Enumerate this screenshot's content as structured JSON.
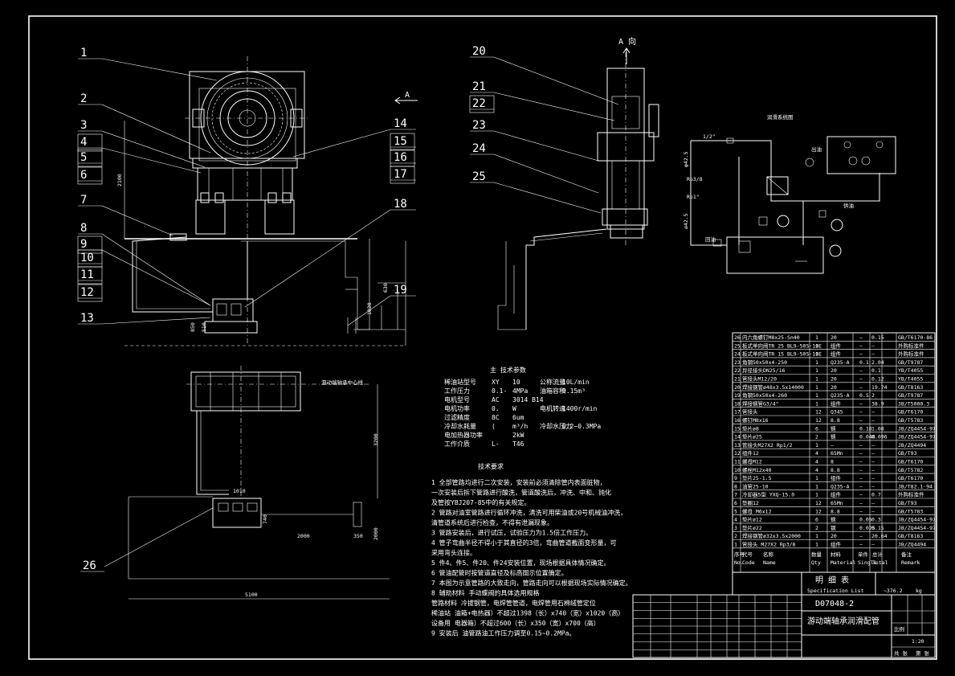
{
  "drawing": {
    "view_a_arrow": "A",
    "view_a_label": "A 向",
    "dim_2100": "2100",
    "dim_850": "850",
    "dim_510": "510",
    "dim_630": "630",
    "dim_1020": "1020",
    "dim_3200": "3200",
    "dim_1010": "1010",
    "dim_740": "740",
    "dim_2000a": "2000",
    "dim_350": "350",
    "dim_2000b": "2000",
    "dim_5100": "5100",
    "oil_pipe_note": "游动端轴承中心线",
    "hydraulic_title": "润滑系统图",
    "hyd_labels": [
      "Rp3/8",
      "Rp1",
      "φ42.5",
      "ø42.5",
      "回油",
      "供油",
      "出油",
      "1/2\"",
      "Rp1\""
    ]
  },
  "balloons_left": [
    "1",
    "2",
    "3",
    "4",
    "5",
    "6",
    "7",
    "8",
    "9",
    "10",
    "11",
    "12",
    "13"
  ],
  "balloons_right": [
    "14",
    "15",
    "16",
    "17",
    "18",
    "19"
  ],
  "balloons_side": [
    "20",
    "21",
    "22",
    "23",
    "24",
    "25"
  ],
  "balloon_26": "26",
  "tech_params": {
    "title": "主 技术参数",
    "rows": [
      [
        "稀油站型号",
        "XY",
        "10",
        "公称流量",
        "10L/min"
      ],
      [
        "工作压力",
        "0.1-",
        "4MPa",
        "油箱容积",
        "0.15m³"
      ],
      [
        "电机型号",
        "AC",
        "3014 B14",
        "",
        ""
      ],
      [
        "电机功率",
        "0.",
        "W",
        "电机转速",
        "1400r/min"
      ],
      [
        "过滤精度",
        "8C",
        "6um",
        "",
        ""
      ],
      [
        "冷却水耗量",
        "(",
        "m³/h",
        "冷却水压力",
        "0.2~0.3MPa"
      ],
      [
        "电加热器功率",
        "",
        "2kW",
        "",
        ""
      ],
      [
        "工作介质",
        "L-",
        "T46",
        "",
        ""
      ]
    ]
  },
  "tech_requirements": {
    "title": "技术要求",
    "items": [
      "1 全部管路均进行二次安装，安装前必须清除管内表面脏物，",
      "  一次安装后拆下管路进行酸洗，管道酸洗后，冲洗、中和、钝化",
      "  及管按YBJ207-85中的有关规定。",
      "2 管路对油室管路进行循环冲洗，清洗可用柴油或20号机械油冲洗，",
      "  清管道系统后进行检查，不得有泄漏现象。",
      "3 管路安装后，进行试压，试验压力为1.5倍工作压力。",
      "4 管子弯曲半径不得小于其直径的3倍，弯曲管道截面变形量，可",
      "  采用弯头连接。",
      "5 件4、件5、件20、件24安装位置，现场根据具体情况确定。",
      "6 管油配管时按管道直径及标高图示位置确定。",
      "7 本图为示意管路的大致走向，管路走向可以根据现场实际情况确定。",
      "8 辅助材料   手动蝶阀的具体选用规格",
      "  管路材料   冷拔钢管，电焊管管道，电焊管用石棉绒管定位",
      "  稀油站    油箱+电热器）不超过1398（长）x740（宽）x1020（高）",
      "  设备用    电器箱）不超过600（长）x350（宽）x700（高）",
      "9 安装后   油管路油工作压力调至0.15~0.2MPa。"
    ]
  },
  "parts_list": {
    "rows": [
      [
        "26",
        "内六角螺钉M8x25-Sn40",
        "1",
        "20",
        "—",
        "0.15",
        "GB/T6170-86"
      ],
      [
        "25",
        "板式单向阀TR 25 BL9-50S-10E",
        "1",
        "组件",
        "—",
        "—",
        "外购标准件"
      ],
      [
        "24",
        "板式单向阀TR 15 BL9-50S-10E",
        "1",
        "组件",
        "—",
        "—",
        "外购标准件"
      ],
      [
        "23",
        "角钢50x50x4-250",
        "1",
        "Q235-A",
        "0.1",
        "2.04",
        "GB/T9787"
      ],
      [
        "22",
        "异径接头DN25/16",
        "1",
        "20",
        "—",
        "0.1",
        "YB/T4055"
      ],
      [
        "21",
        "管接头M12/20",
        "1",
        "20",
        "—",
        "0.12",
        "YB/T4055"
      ],
      [
        "20",
        "焊接钢管ø48x3.5x14000",
        "1",
        "20",
        "—",
        "19.74",
        "GB/T8163"
      ],
      [
        "19",
        "角钢50x50x4-260",
        "1",
        "Q235-A",
        "0.5",
        "2",
        "GB/T9787"
      ],
      [
        "18",
        "焊接钢管G3/4\"",
        "1",
        "组件",
        "—",
        "38.9",
        "JB/T5000.3"
      ],
      [
        "17",
        "管接头",
        "12",
        "Q345",
        "—",
        "—",
        "GB/T6170"
      ],
      [
        "16",
        "螺钉M8x16",
        "12",
        "8.8",
        "—",
        "—",
        "GB/T5783"
      ],
      [
        "15",
        "垫片ø8",
        "6",
        "钢",
        "0.18",
        "1.08",
        "JB/ZQ4454-97"
      ],
      [
        "14",
        "垫片ø25",
        "2",
        "钢",
        "0.048",
        "0.096",
        "JB/ZQ4454-97"
      ],
      [
        "13",
        "管接头M27X2 Rp1/2",
        "1",
        "—",
        "—",
        "—",
        "JB/ZQ4494"
      ],
      [
        "12",
        "组件12",
        "4",
        "65Mn",
        "—",
        "—",
        "GB/T93"
      ],
      [
        "11",
        "螺母M12",
        "4",
        "8",
        "—",
        "—",
        "GB/T6170"
      ],
      [
        "10",
        "螺栓M12x40",
        "4",
        "8.8",
        "—",
        "—",
        "GB/T5782"
      ],
      [
        "9",
        "垫片25-1.5",
        "1",
        "组件",
        "—",
        "—",
        "GB/T6170"
      ],
      [
        "8",
        "油管25-10",
        "1",
        "Q235-A",
        "—",
        "—",
        "JB/T82.1-94"
      ],
      [
        "7",
        "冷却器5型 YXQ-15.0",
        "1",
        "组件",
        "—",
        "0.7",
        "外购标准件"
      ],
      [
        "6",
        "垫圈12",
        "12",
        "65Mn",
        "—",
        "—",
        "GB/T93"
      ],
      [
        "5",
        "螺母 M6x12",
        "12",
        "8.8",
        "—",
        "—",
        "GB/T5783"
      ],
      [
        "4",
        "垫片ø12",
        "6",
        "钢",
        "0.05",
        "0.3",
        "JB/ZQ4454-97"
      ],
      [
        "3",
        "垫片ø22",
        "2",
        "钢",
        "0.025",
        "0.15",
        "JB/ZQ4454-97"
      ],
      [
        "2",
        "焊接钢管ø32x3.5x2000",
        "1",
        "20",
        "—",
        "20.64",
        "GB/T8163"
      ],
      [
        "1",
        "管接头 M27X2 Rp3/8",
        "1",
        "组件",
        "—",
        "—",
        "JB/ZQ4494"
      ]
    ],
    "header": [
      "序号",
      "代号",
      "名称",
      "数量",
      "材料",
      "单件",
      "总计",
      "备注"
    ],
    "header_en": [
      "No.",
      "Code",
      "Name",
      "Qty",
      "Material",
      "Single",
      "Total",
      "Remark"
    ]
  },
  "title_block": {
    "spec_title": "明 细 表",
    "spec_title_en": "Specification List",
    "weight": "~376.2",
    "weight_unit": "kg",
    "drawing_no": "D07048-2",
    "drawing_name": "游动端轴承润滑配管",
    "scale_label": "比例",
    "scale": "1:20",
    "sheet_label": "共 张",
    "sheet": "第 张"
  }
}
